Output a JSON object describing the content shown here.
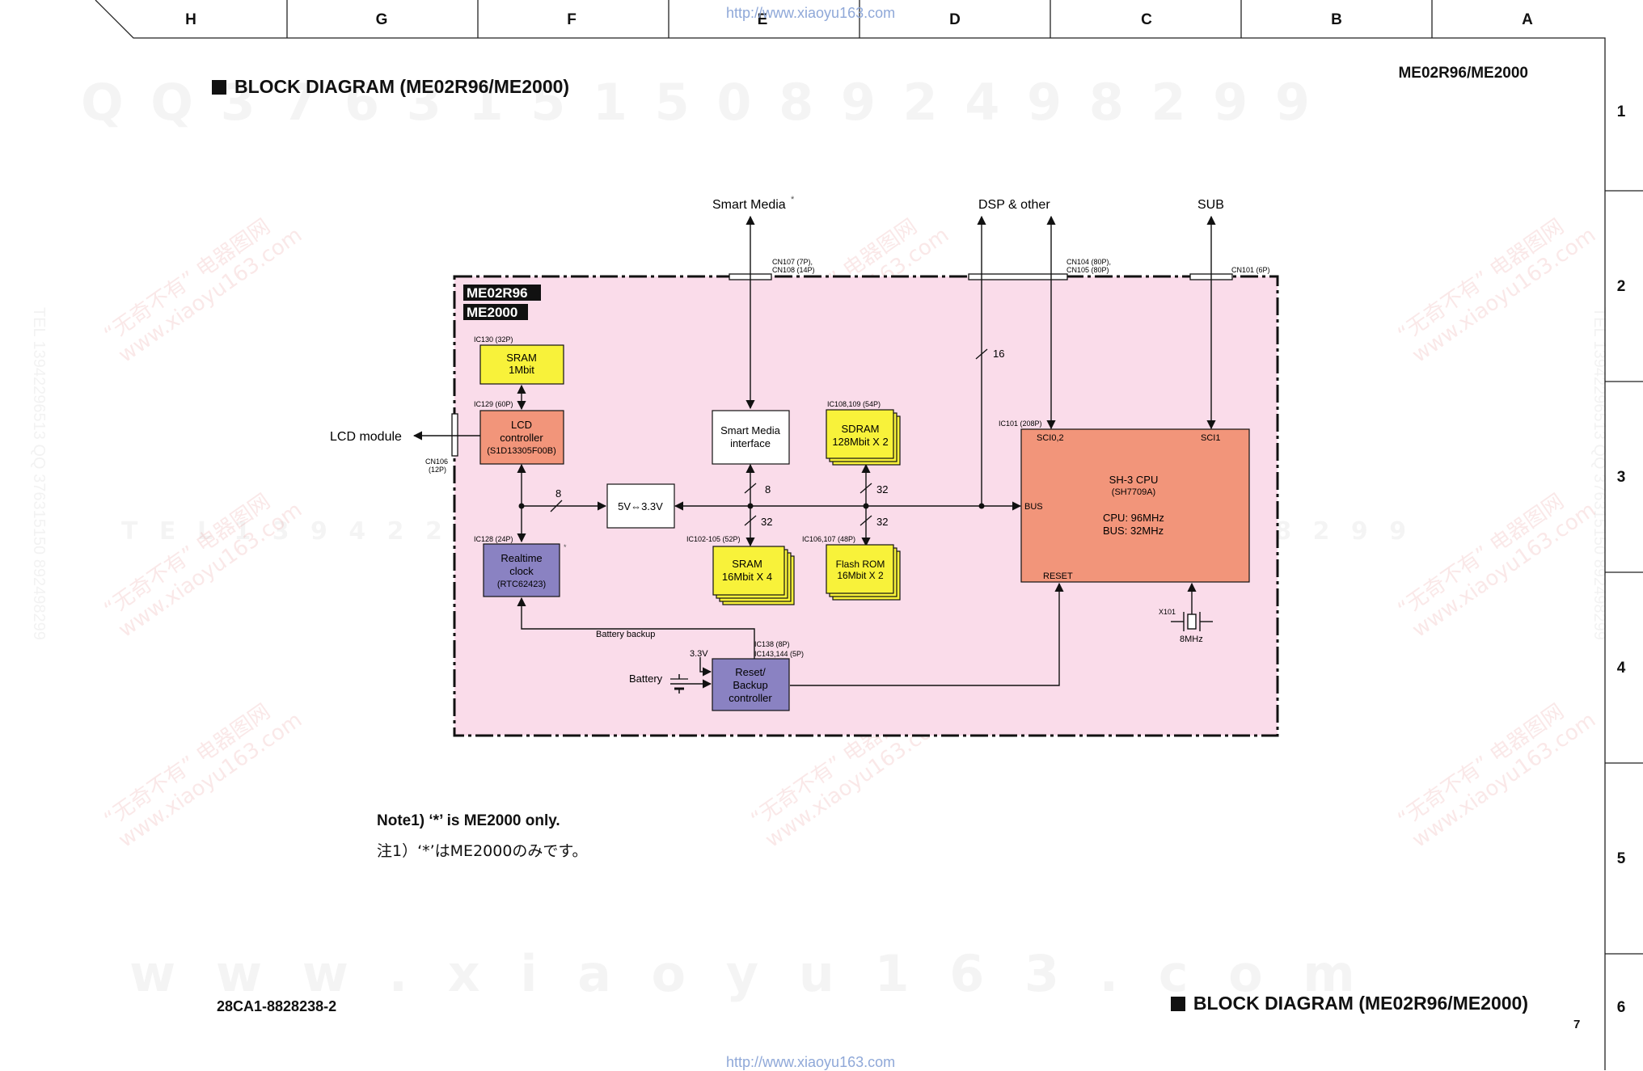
{
  "url_watermark_top": "http://www.xiaoyu163.com",
  "url_watermark_bottom": "http://www.xiaoyu163.com",
  "grid": {
    "columns": [
      "H",
      "G",
      "F",
      "E",
      "D",
      "C",
      "B",
      "A"
    ],
    "rows": [
      "1",
      "2",
      "3",
      "4",
      "5",
      "6"
    ]
  },
  "header": {
    "title": "BLOCK DIAGRAM (ME02R96/ME2000)",
    "model_right": "ME02R96/ME2000"
  },
  "watermarks": {
    "qq_line": "Q Q   3 7 6 3 1 5 1 5 0         8 9 2 4 9 8 2 9 9",
    "tel_line": "T E L   1 3 9 4 2 2 9 6 5 1 3   Q Q   3 7 6 3 1 5 1 5 0   8 9 2 4 9 8 2 9 9",
    "www_line": "w w w . x i a o y u 1 6 3 . c o m",
    "stamp_cn": "“无奇不有” 电器图网",
    "stamp_url": "www.xiaoyu163.com",
    "side_tel": "TEL 13942296513  QQ 376315150  892498299"
  },
  "diagram": {
    "model_tags": [
      "ME02R96",
      "ME2000"
    ],
    "external": {
      "smart_media": "Smart Media",
      "smart_media_mark": "*",
      "dsp_other": "DSP & other",
      "sub": "SUB",
      "lcd_module": "LCD module",
      "battery": "Battery",
      "v33": "3.3V"
    },
    "connectors": {
      "cn107": "CN107 (7P),",
      "cn108": "CN108 (14P)",
      "cn104": "CN104 (80P),",
      "cn105": "CN105 (80P)",
      "cn101": "CN101 (6P)",
      "cn106": "CN106",
      "cn106_pins": "(12P)"
    },
    "blocks": {
      "sram1": {
        "ref": "IC130 (32P)",
        "l1": "SRAM",
        "l2": "1Mbit"
      },
      "lcdc": {
        "ref": "IC129 (60P)",
        "l1": "LCD",
        "l2": "controller",
        "l3": "(S1D13305F00B)"
      },
      "rtc": {
        "ref": "IC128 (24P)",
        "l1": "Realtime",
        "l2": "clock",
        "l3": "(RTC62423)",
        "mark": "*"
      },
      "smi": {
        "l1": "Smart Media",
        "l2": "interface"
      },
      "conv": {
        "l1": "5V⇔3.3V"
      },
      "sdram": {
        "ref": "IC108,109 (54P)",
        "l1": "SDRAM",
        "l2": "128Mbit X 2"
      },
      "sram16": {
        "ref": "IC102-105 (52P)",
        "l1": "SRAM",
        "l2": "16Mbit X 4"
      },
      "flash": {
        "ref": "IC106,107 (48P)",
        "l1": "Flash ROM",
        "l2": "16Mbit X 2"
      },
      "cpu": {
        "ref": "IC101 (208P)",
        "sci02": "SCI0,2",
        "sci1": "SCI1",
        "name": "SH-3 CPU",
        "part": "(SH7709A)",
        "bus_pin": "BUS",
        "cpu_clk": "CPU: 96MHz",
        "bus_clk": "BUS: 32MHz",
        "reset": "RESET"
      },
      "reset": {
        "ref1": "IC138 (8P)",
        "ref2": "IC143,144 (5P)",
        "l1": "Reset/",
        "l2": "Backup",
        "l3": "controller"
      },
      "xtal": {
        "ref": "X101",
        "freq": "8MHz"
      }
    },
    "bus_widths": {
      "w16": "16",
      "w8a": "8",
      "w8b": "8",
      "w32a": "32",
      "w32b": "32",
      "w32c": "32"
    },
    "labels": {
      "battery_backup": "Battery backup"
    }
  },
  "notes": {
    "note_en": "Note1) ‘*’ is ME2000 only.",
    "note_jp": "注1）‘*’はME2000のみです。"
  },
  "footer": {
    "doc_number": "28CA1-8828238-2",
    "title": "BLOCK DIAGRAM (ME02R96/ME2000)",
    "page": "7"
  },
  "colors": {
    "board_fill": "#fadcea",
    "yellow_block": "#f8f23a",
    "salmon_block": "#f2957a",
    "purple_block": "#8a82c2",
    "url_blue": "#8fa8d8"
  }
}
